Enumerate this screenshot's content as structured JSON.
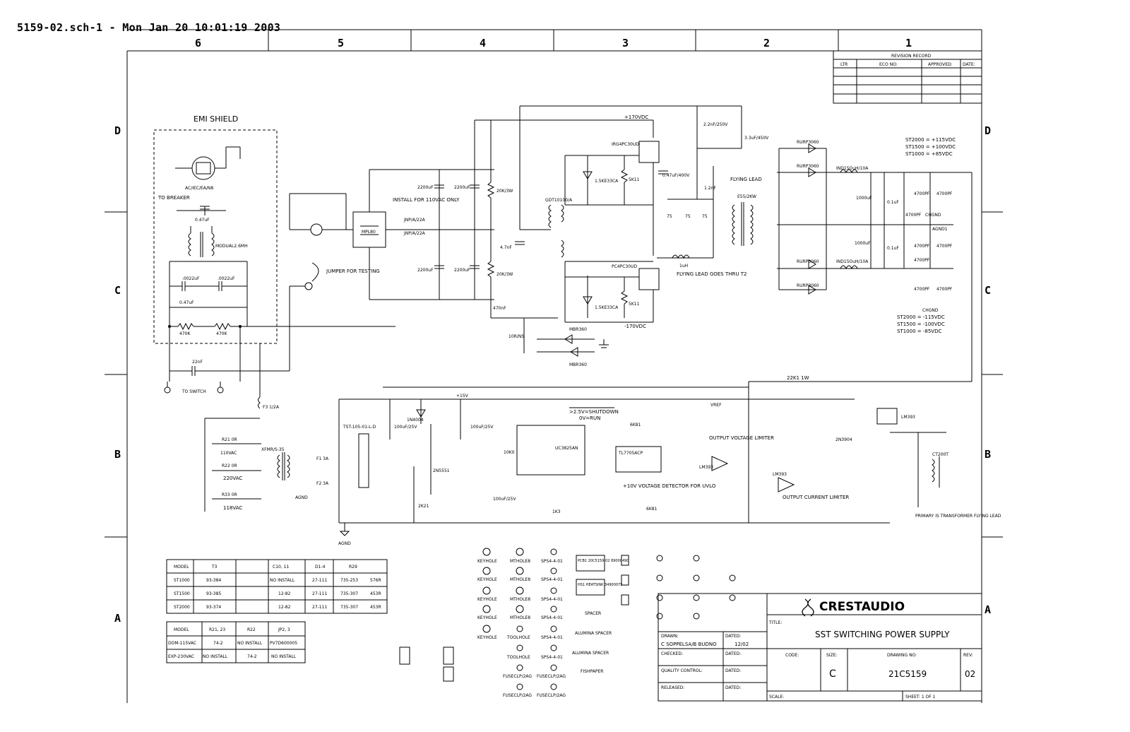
{
  "header": "5159-02.sch-1 - Mon Jan 20 10:01:19 2003",
  "zones": {
    "top": [
      "6",
      "5",
      "4",
      "3",
      "2",
      "1"
    ],
    "side": [
      "D",
      "C",
      "B",
      "A"
    ]
  },
  "revision": {
    "title": "REVISION RECORD",
    "cols": [
      "LTR",
      "ECO NO:",
      "APPROVED:",
      "DATE:"
    ]
  },
  "labels": {
    "emi_shield": "EMI SHIELD",
    "to_breaker": "TO BREAKER",
    "j1": "AC/IEC/EA/N8",
    "l2": "MODUAL2.6MH",
    "c1": "0.47uF",
    "c4": ".0022uF",
    "c3": ".0022uF",
    "c2": "0.47uF",
    "r4": "470K",
    "r3": "470K",
    "c8": "22nF",
    "to_switch": "TO SWITCH",
    "jumper": "JUMPER FOR TESTING",
    "install": "INSTALL FOR 110VAC ONLY",
    "jp3": "JNP/A/22A",
    "jp2": "JNP/A/22A",
    "br1": "MPL80",
    "c9": "2200uF",
    "c10": "2200uF",
    "c11": "2200uF",
    "c12": "2200uF",
    "r7": "20K/3W",
    "r5": "20K/3W",
    "c5": "4.7nF",
    "c22": "470nF",
    "plus170": "+170VDC",
    "minus170": "-170VDC",
    "q2": "IRG4PC30UD",
    "q1": "PC4PC30UD",
    "t1": "GDT10100/A",
    "z1": "1.5KE33CA",
    "z2": "1.5KE33CA",
    "r1": "5K11",
    "r2": "5K11",
    "c13": "0.47uF/400V",
    "c14": "2.2nF/250V",
    "c15": "3.3uF/450V",
    "c28": "1.2nF",
    "flying_lead": "FLYING LEAD",
    "flying_lead2": "FLYING LEAD GOES THRU T2",
    "t3": "E55/2KW",
    "l1": "1uH",
    "r27": "75",
    "r26": "75",
    "r25": "75",
    "d5": "MBR360",
    "d6": "MBR360",
    "r18": "10R/NS",
    "st2000p": "ST2000 = +115VDC",
    "st1500p": "ST1500 = +100VDC",
    "st1000p": "ST1000 = +85VDC",
    "st2000n": "ST2000 = -115VDC",
    "st1500n": "ST1500 = -100VDC",
    "st1000n": "ST1000 = -85VDC",
    "d1": "RURP3060",
    "d2": "RURP3060",
    "d3": "RURP3060",
    "d4": "RURP3060",
    "l3": "IND15OuH/10A",
    "l4": "IND15OuH/10A",
    "c18": "1000uF",
    "c19": "1000uF",
    "c20": "0.1uF",
    "c21": "0.1uF",
    "c7": "4700PF",
    "c31": "4700PF",
    "c32": "4700PF",
    "c30": "4700PF",
    "c33": "4700PF",
    "c34": "4700PF",
    "c35": "4700PF",
    "c36": "4700PF",
    "chgnd": "CHGND",
    "agnd": "AGND",
    "agnd1": "AGND1",
    "r28": "22K1 1W",
    "vref": "VREF",
    "plus15": "+15V",
    "u2": "UC3825AN",
    "shutdown": ">2.5V=SHUTDOWN",
    "run": "0V=RUN",
    "u3": "TL7705ACP",
    "uvld": "+10V VOLTAGE DETECTOR FOR UVLO",
    "ovl": "OUTPUT VOLTAGE LIMITER",
    "ocl": "OUTPUT CURRENT LIMITER",
    "lm393": "LM393",
    "primary": "PRIMARY IS TRANSFORMER FLYING LEAD",
    "t2": "CT200T",
    "t4": "XFMR/S-35",
    "f1": "F1 3A",
    "f2": "F2 3A",
    "f3": "F3 1/2A",
    "v110": "110VAC",
    "v220": "220VAC",
    "v118": "118VAC",
    "r21": "R21 0R",
    "r22": "R22 0R",
    "r33": "R33 0R",
    "tst": "TST-105-01-L-D",
    "d7": "1N4004",
    "q3": "2N5551",
    "q4": "2N3904",
    "c42": "100uF/25V",
    "c44": "100uF/25V",
    "c26": "100uF/25V",
    "r34": "6K81",
    "r35": "6K81",
    "r23": "1K3",
    "r12": "2K21",
    "r14": "10K0"
  },
  "tables": {
    "model_t3": {
      "header": [
        "MODEL",
        "T3",
        "",
        "C10, 11",
        "D1-4",
        "R29"
      ],
      "rows": [
        [
          "ST1000",
          "93-384",
          "",
          "NO INSTALL",
          "27-111",
          "735-253",
          "576R"
        ],
        [
          "ST1500",
          "93-385",
          "",
          "12-82",
          "27-111",
          "735-307",
          "453R"
        ],
        [
          "ST2000",
          "93-374",
          "",
          "12-82",
          "27-111",
          "735-307",
          "453R"
        ]
      ]
    },
    "model_r21": {
      "header": [
        "MODEL",
        "R21, 23",
        "R22",
        "JP2, 3"
      ],
      "rows": [
        [
          "DOM-115VAC",
          "74-2",
          "NO INSTALL",
          "PV7D600005"
        ],
        [
          "EXP-230VAC",
          "NO INSTALL",
          "74-2",
          "NO INSTALL"
        ]
      ]
    }
  },
  "hardware": {
    "h": [
      "KEYHOLE",
      "KEYHOLE",
      "KEYHOLE",
      "KEYHOLE",
      "KEYHOLE"
    ],
    "mthole": [
      "MTHOLE8",
      "MTHOLE8",
      "MTHOLE8",
      "MTHOLE8"
    ],
    "tool": [
      "TOOLHOLE",
      "TOOLHOLE"
    ],
    "fuse": [
      "FUSECLP/2AG",
      "FUSECLP/2AG",
      "FUSECLP/2AG",
      "FUSECLP/2AG"
    ],
    "sp": [
      "SPS4-4-01",
      "SPS4-4-01",
      "SPS4-4-01",
      "SPS4-4-01",
      "SPS4-4-01",
      "SPS4-4-01"
    ],
    "pcb": "PCB1 20C5159-02 89000490",
    "hs": "HS1 HEATSINK 34900075",
    "spacer": [
      "SPACER",
      "ALUMINA SPACER",
      "ALUMINA SPACER",
      "FISHPAPER"
    ]
  },
  "title_block": {
    "logo": "CRESTAUDIO",
    "title_label": "TITLE:",
    "title": "SST SWITCHING POWER SUPPLY",
    "drawn_label": "DRAWN:",
    "drawn": "C SOPPELSA/B BUDNO",
    "dated_label": "DATED:",
    "dated": "12/02",
    "checked": "CHECKED:",
    "quality": "QUALITY CONTROL:",
    "released": "RELEASED:",
    "code_label": "CODE:",
    "size_label": "SIZE:",
    "size": "C",
    "drawing_label": "DRAWING NO:",
    "drawing_no": "21C5159",
    "rev_label": "REV:",
    "rev": "02",
    "scale_label": "SCALE:",
    "sheet": "SHEET: 1 OF 1"
  }
}
